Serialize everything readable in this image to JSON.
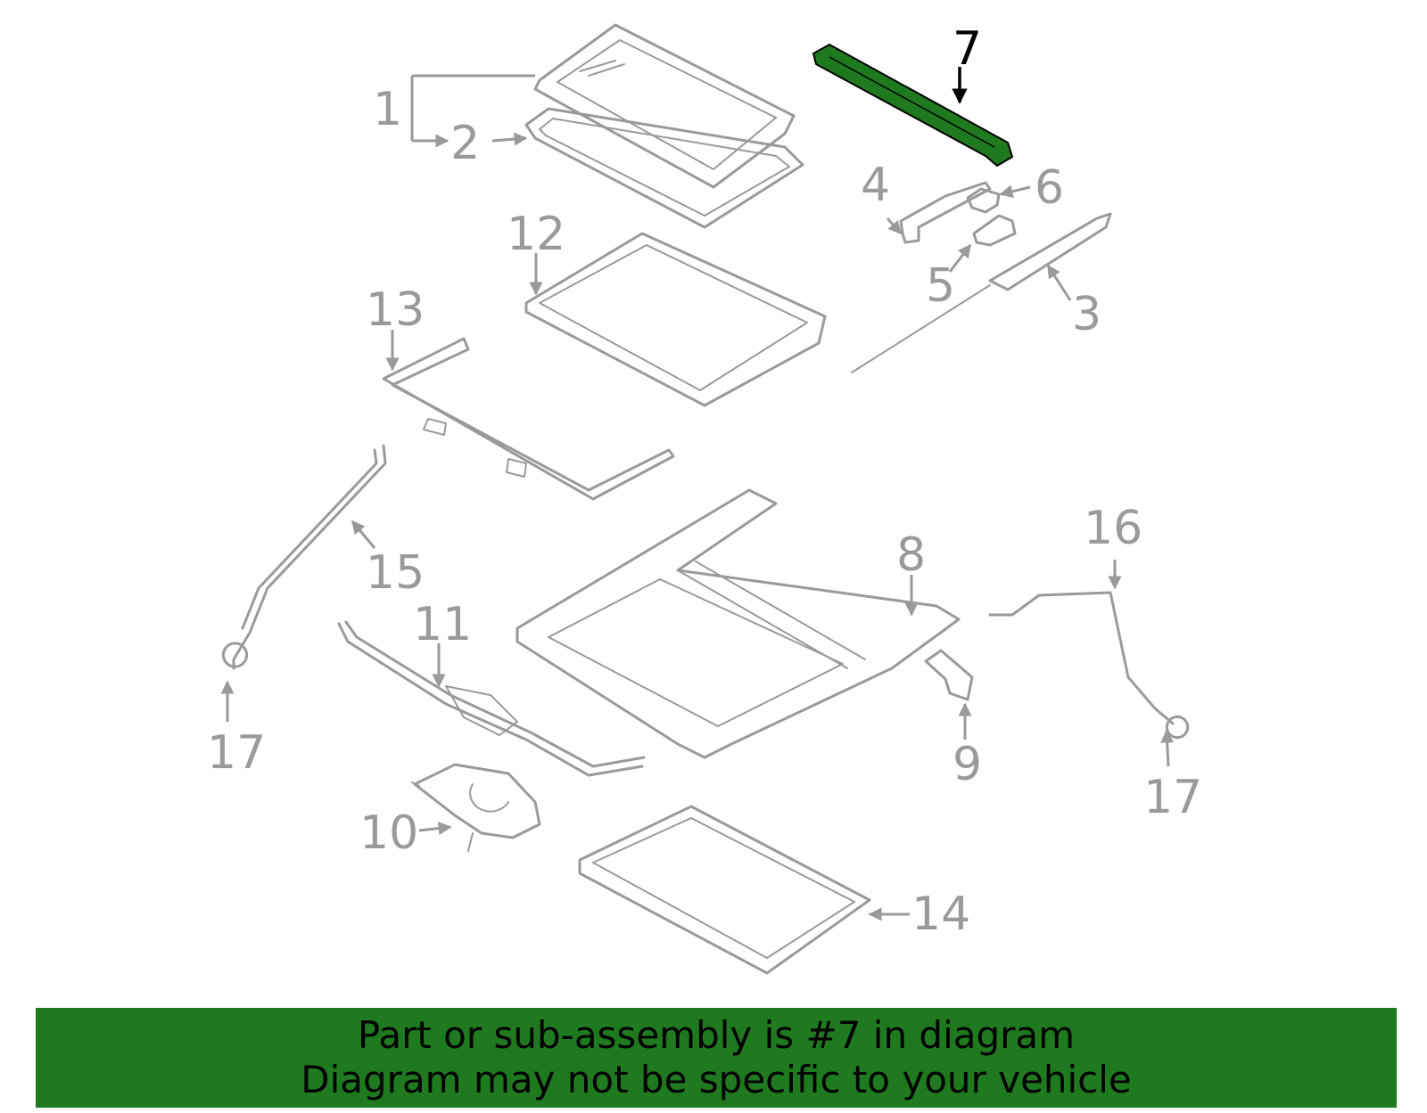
{
  "callouts": [
    "1",
    "2",
    "3",
    "4",
    "5",
    "6",
    "7",
    "8",
    "9",
    "10",
    "11",
    "12",
    "13",
    "14",
    "15",
    "16",
    "17"
  ],
  "highlight": {
    "part_number": "7",
    "color": "#1f7a1f"
  },
  "colors": {
    "line": "#9a9a9a",
    "banner": "#1f7a1f",
    "banner_text": "#000000"
  },
  "banner": {
    "line1": "Part or sub-assembly is #7 in diagram",
    "line2": "Diagram may not be specific to your vehicle"
  }
}
